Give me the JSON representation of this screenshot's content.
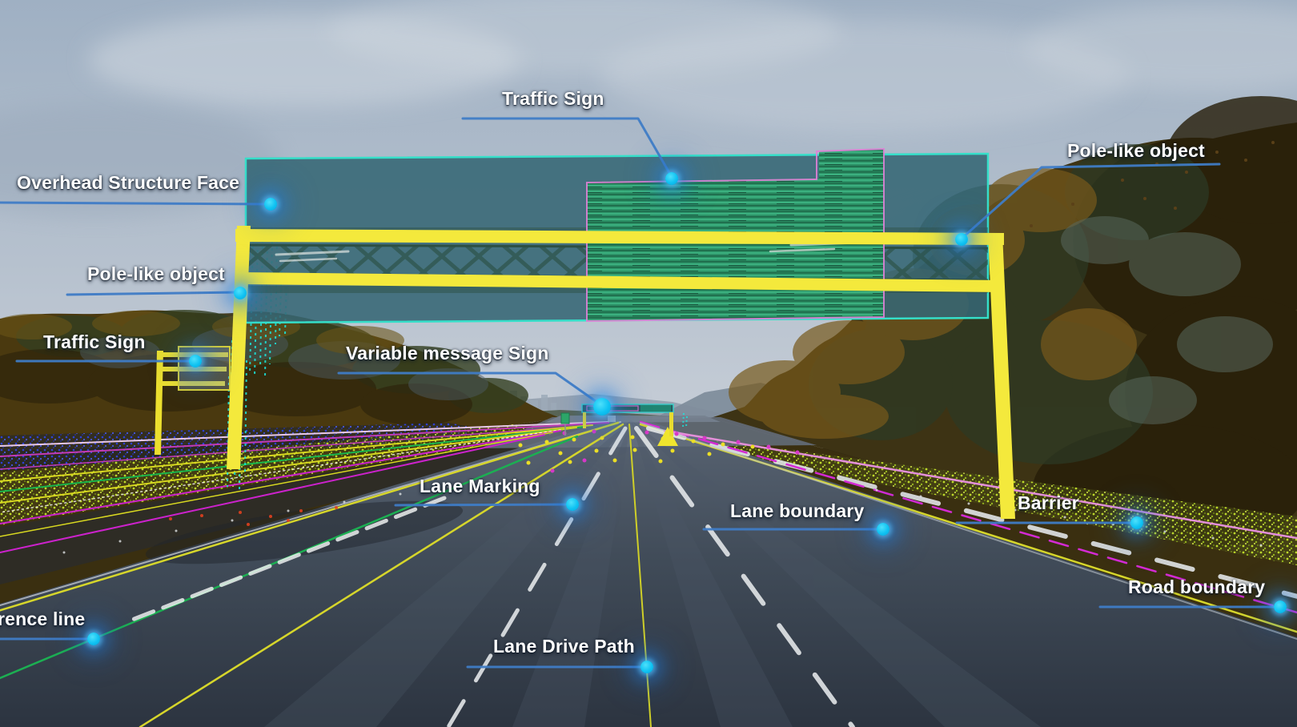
{
  "annotations": {
    "label_text_color": "#ffffff",
    "leader_color": "#3f7cc6",
    "marker": {
      "core_color": "#0fc2f2",
      "glow_color": "#2382e1"
    },
    "labels": [
      {
        "id": "traffic-sign-overhead",
        "text": "Traffic Sign"
      },
      {
        "id": "pole-like-object-right",
        "text": "Pole-like object"
      },
      {
        "id": "overhead-structure-face",
        "text": "Overhead Structure Face"
      },
      {
        "id": "pole-like-object-left",
        "text": "Pole-like object"
      },
      {
        "id": "traffic-sign-left",
        "text": "Traffic Sign"
      },
      {
        "id": "variable-message-sign",
        "text": "Variable message Sign"
      },
      {
        "id": "lane-marking",
        "text": "Lane Marking"
      },
      {
        "id": "lane-boundary",
        "text": "Lane boundary"
      },
      {
        "id": "barrier",
        "text": "Barrier"
      },
      {
        "id": "road-boundary",
        "text": "Road boundary"
      },
      {
        "id": "reference-line",
        "text": "rence line"
      },
      {
        "id": "lane-drive-path",
        "text": "Lane Drive Path"
      }
    ]
  },
  "scene": {
    "objects": [
      "overhead-gantry",
      "overhead-structure-face",
      "traffic-sign-point-cloud",
      "left-roadside-traffic-sign",
      "distant-variable-message-sign",
      "lane-markings",
      "lane-boundaries",
      "lane-drive-paths",
      "reference-line",
      "road-boundary",
      "guardrail-barrier-point-cloud",
      "pole-point-clouds",
      "trees",
      "sky",
      "road"
    ],
    "colors": {
      "sky": "#a9b7c9",
      "gantry_yellow": "#f4e93c",
      "structure_face_fill": "#3a6a78",
      "structure_face_border": "#35dfc9",
      "sign_point_cloud_green": "#2c9166",
      "sign_outline_magenta": "#e07fd6",
      "pole_point_cloud_cyan": "#1ae8e0",
      "road_surface": "#3a4450",
      "reference_line_green": "#1caf52",
      "lane_line_yellow": "#d6d62b",
      "lane_marking_white": "#e2e5e8",
      "road_boundary_magenta": "#d42ad4",
      "barrier_point_cloud": "#bcd82a",
      "verge_point_cloud_blue": "#2e41d6",
      "tree_brown": "#5b4312"
    }
  }
}
